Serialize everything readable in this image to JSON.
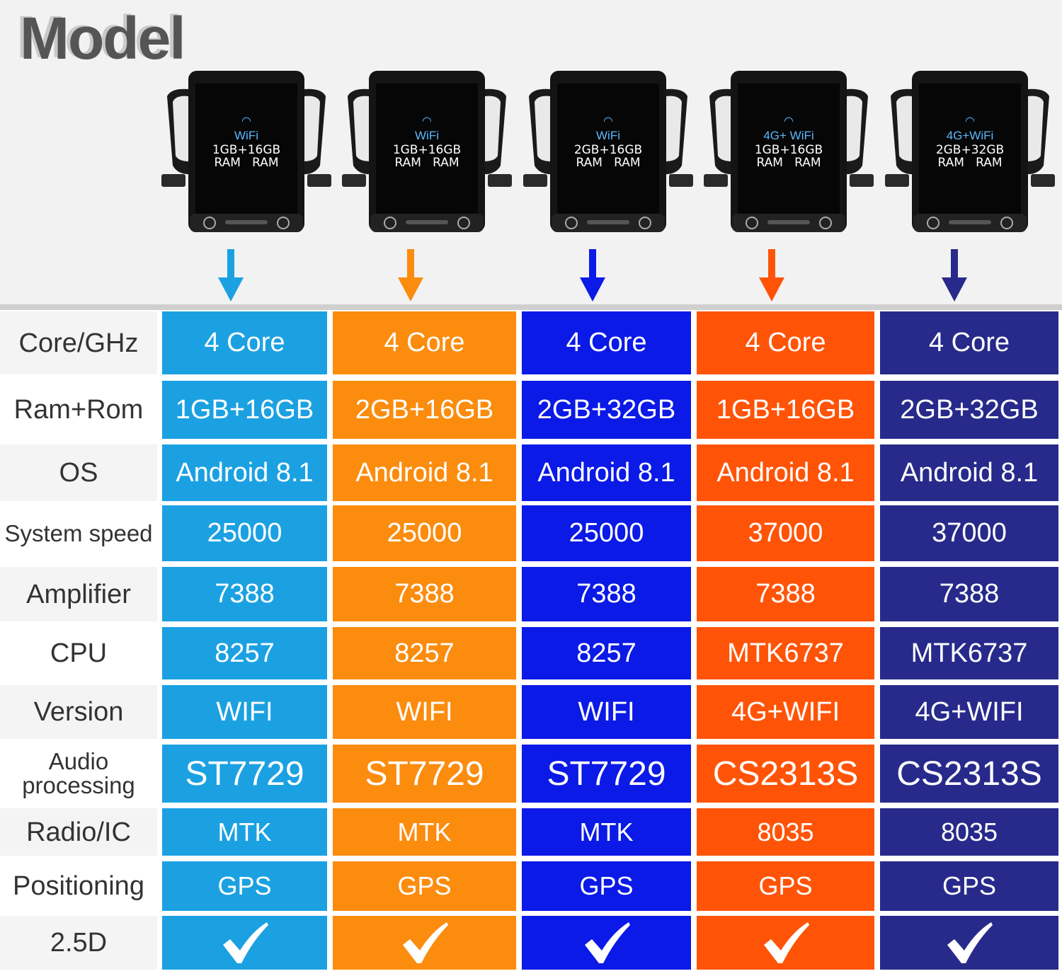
{
  "header": {
    "title": "Model"
  },
  "colors": [
    "#1ba1e2",
    "#fb8c0e",
    "#0b1ae6",
    "#ff5408",
    "#272a8a"
  ],
  "models": [
    {
      "badge": "WiFi",
      "mem": "1GB+16GB",
      "ram": "RAM   RAM"
    },
    {
      "badge": "WiFi",
      "mem": "1GB+16GB",
      "ram": "RAM   RAM"
    },
    {
      "badge": "WiFi",
      "mem": "2GB+16GB",
      "ram": "RAM   RAM"
    },
    {
      "badge": "4G+ WiFi",
      "mem": "1GB+16GB",
      "ram": "RAM   RAM"
    },
    {
      "badge": "4G+WiFi",
      "mem": "2GB+32GB",
      "ram": "RAM   RAM"
    }
  ],
  "rows": [
    {
      "label": "Core/GHz",
      "values": [
        "4 Core",
        "4 Core",
        "4 Core",
        "4 Core",
        "4 Core"
      ]
    },
    {
      "label": "Ram+Rom",
      "values": [
        "1GB+16GB",
        "2GB+16GB",
        "2GB+32GB",
        "1GB+16GB",
        "2GB+32GB"
      ]
    },
    {
      "label": "OS",
      "values": [
        "Android 8.1",
        "Android 8.1",
        "Android 8.1",
        "Android 8.1",
        "Android 8.1"
      ]
    },
    {
      "label": "System speed",
      "values": [
        "25000",
        "25000",
        "25000",
        "37000",
        "37000"
      ]
    },
    {
      "label": "Amplifier",
      "values": [
        "7388",
        "7388",
        "7388",
        "7388",
        "7388"
      ]
    },
    {
      "label": "CPU",
      "values": [
        "8257",
        "8257",
        "8257",
        "MTK6737",
        "MTK6737"
      ]
    },
    {
      "label": "Version",
      "values": [
        "WIFI",
        "WIFI",
        "WIFI",
        "4G+WIFI",
        "4G+WIFI"
      ]
    },
    {
      "label": "Audio processing",
      "values": [
        "ST7729",
        "ST7729",
        "ST7729",
        "CS2313S",
        "CS2313S"
      ]
    },
    {
      "label": "Radio/IC",
      "values": [
        "MTK",
        "MTK",
        "MTK",
        "8035",
        "8035"
      ]
    },
    {
      "label": "Positioning",
      "values": [
        "GPS",
        "GPS",
        "GPS",
        "GPS",
        "GPS"
      ]
    },
    {
      "label": "2.5D",
      "values": [
        "check-icon",
        "check-icon",
        "check-icon",
        "check-icon",
        "check-icon"
      ]
    }
  ]
}
